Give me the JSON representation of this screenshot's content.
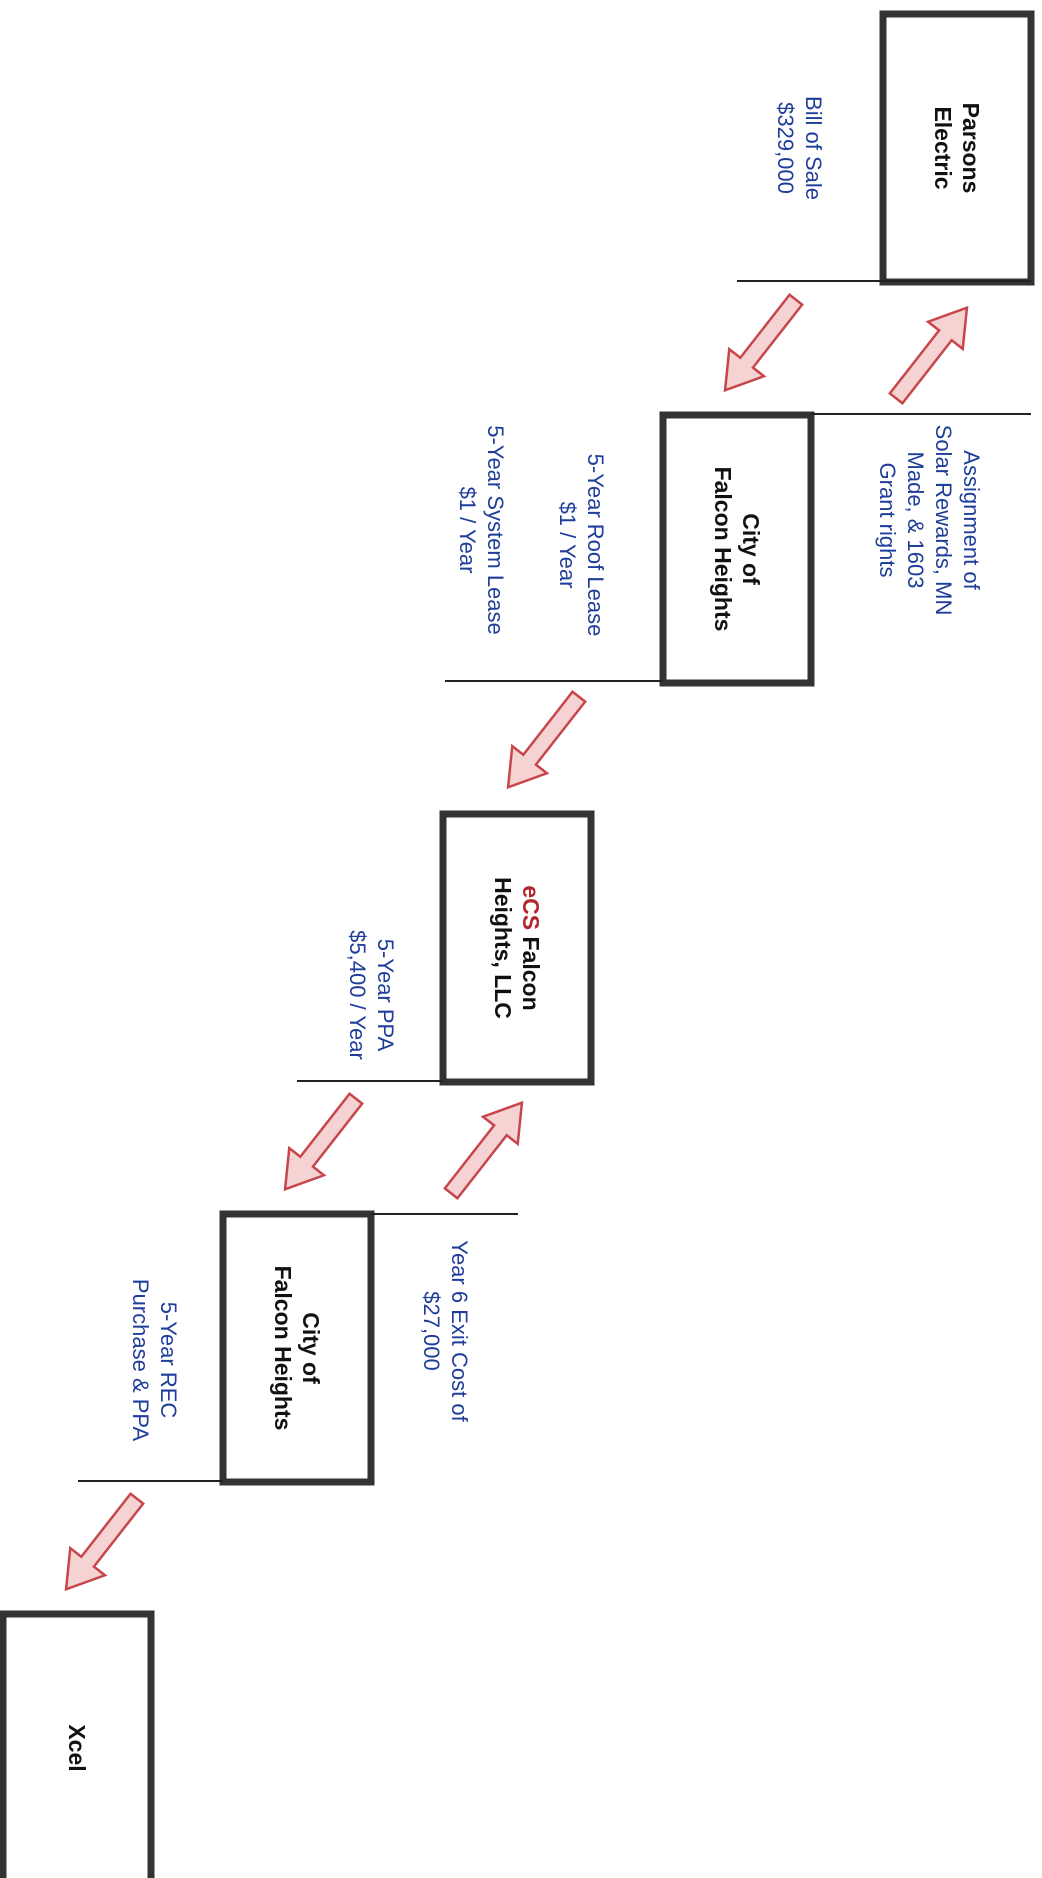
{
  "colors": {
    "note_text": "#1f3d9a",
    "box_border": "#333333",
    "arrow_fill": "#f6d3d3",
    "arrow_stroke": "#c8464b",
    "ecs_brand": "#b3262e"
  },
  "boxes": {
    "parsons": {
      "line1": "Parsons",
      "line2": "Electric"
    },
    "city1": {
      "line1": "City of",
      "line2": "Falcon Heights"
    },
    "ecs": {
      "brand": "eCS",
      "line1_rest": " Falcon",
      "line2": "Heights, LLC"
    },
    "city2": {
      "line1": "City of",
      "line2": "Falcon Heights"
    },
    "xcel": {
      "line1": "Xcel"
    }
  },
  "notes": {
    "bill_of_sale": {
      "line1": "Bill of Sale",
      "line2": "$329,000"
    },
    "assignment": {
      "line1": "Assignment of",
      "line2": "Solar Rewards, MN",
      "line3": "Made, & 1603",
      "line4": "Grant rights"
    },
    "roof_lease": {
      "line1": "5-Year Roof Lease",
      "line2": "$1 / Year"
    },
    "system_lease": {
      "line1": "5-Year System Lease",
      "line2": "$1 / Year"
    },
    "ppa": {
      "line1": "5-Year PPA",
      "line2": "$5,400 / Year"
    },
    "exit_cost": {
      "line1": "Year 6 Exit Cost of",
      "line2": "$27,000"
    },
    "rec_purchase": {
      "line1": "5-Year REC",
      "line2": "Purchase & PPA"
    }
  }
}
